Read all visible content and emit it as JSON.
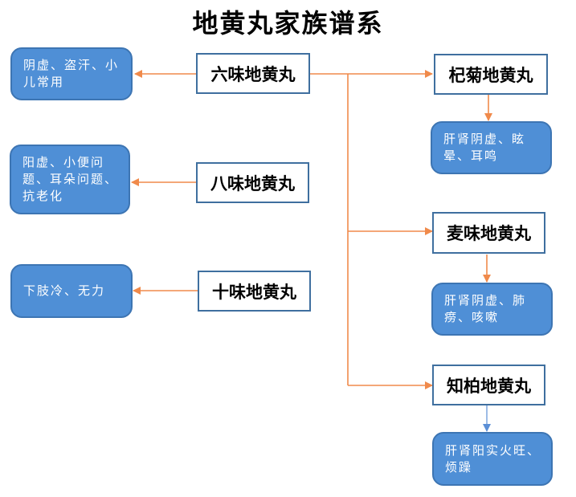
{
  "title": "地黄丸家族谱系",
  "left_nodes": [
    {
      "label": "六味地黄丸",
      "note": "阴虚、盗汗、小儿常用"
    },
    {
      "label": "八味地黄丸",
      "note": "阳虚、小便问题、耳朵问题、抗老化"
    },
    {
      "label": "十味地黄丸",
      "note": "下肢冷、无力"
    }
  ],
  "right_nodes": [
    {
      "label": "杞菊地黄丸",
      "note": "肝肾阴虚、眩晕、耳鸣"
    },
    {
      "label": "麦味地黄丸",
      "note": "肝肾阴虚、肺痨、咳嗽"
    },
    {
      "label": "知柏地黄丸",
      "note": "肝肾阳实火旺、烦躁"
    }
  ],
  "colors": {
    "arrow_orange": "#f08a4b",
    "arrow_blue": "#5b8fd6",
    "note_fill": "#4f8fd6",
    "node_border": "#3f6f9f"
  }
}
